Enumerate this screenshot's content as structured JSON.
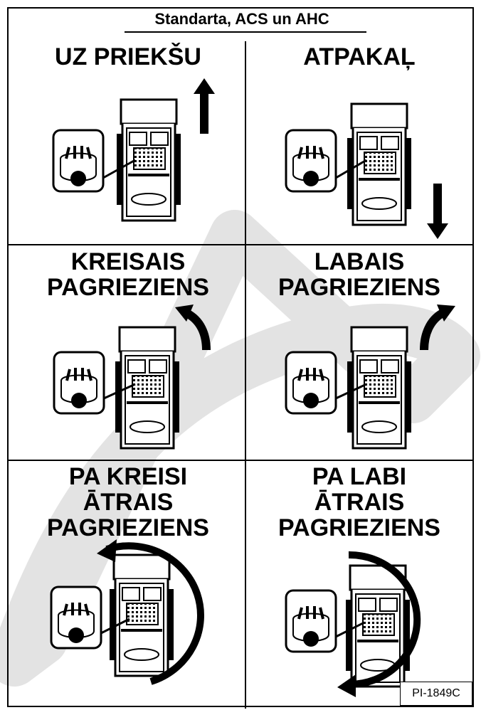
{
  "header": {
    "title": "Standarta, ACS un AHC"
  },
  "panels": [
    {
      "id": "forward",
      "title_lines": [
        "UZ PRIEKŠU"
      ]
    },
    {
      "id": "reverse",
      "title_lines": [
        "ATPAKAĻ"
      ]
    },
    {
      "id": "left-turn",
      "title_lines": [
        "KREISAIS",
        "PAGRIEZIENS"
      ]
    },
    {
      "id": "right-turn",
      "title_lines": [
        "LABAIS",
        "PAGRIEZIENS"
      ]
    },
    {
      "id": "left-spin",
      "title_lines": [
        "PA KREISI",
        "ĀTRAIS",
        "PAGRIEZIENS"
      ]
    },
    {
      "id": "right-spin",
      "title_lines": [
        "PA LABI",
        "ĀTRAIS",
        "PAGRIEZIENS"
      ]
    }
  ],
  "figure_code": "PI-1849C",
  "icons": [
    "up-arrow-icon",
    "down-arrow-icon",
    "curved-arrow-icon",
    "circular-arrow-icon",
    "hands-on-controls-icon",
    "machine-top-view-icon"
  ],
  "colors": {
    "ink": "#000000",
    "paper": "#ffffff",
    "watermark": "#e0e0e0"
  }
}
